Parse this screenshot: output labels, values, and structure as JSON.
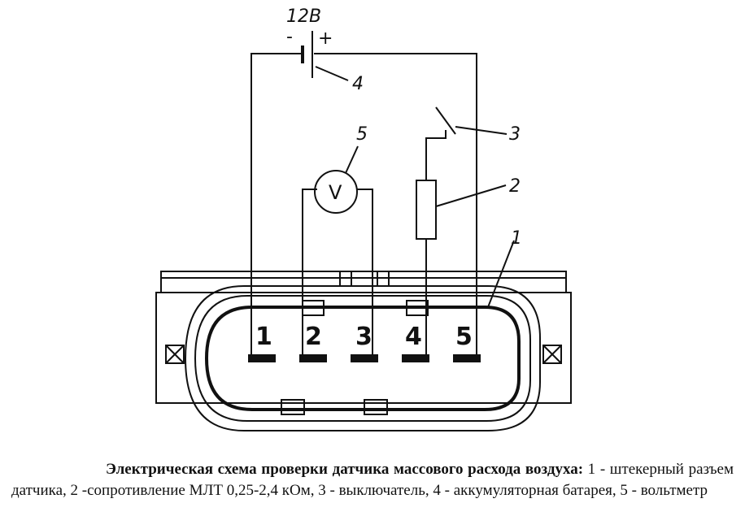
{
  "diagram": {
    "voltage_label": "12В",
    "battery_minus": "-",
    "battery_plus": "+",
    "voltmeter_symbol": "V",
    "callouts": [
      "1",
      "2",
      "3",
      "4",
      "5"
    ],
    "pins": [
      "1",
      "2",
      "3",
      "4",
      "5"
    ]
  },
  "caption": {
    "title": "Электрическая схема проверки датчика массового расхода воздуха:",
    "text": " 1 - штекерный разъем датчика, 2 -сопротивление МЛТ 0,25-2,4 кОм, 3 - выключатель, 4 - аккумуляторная батарея, 5 - вольтметр"
  }
}
